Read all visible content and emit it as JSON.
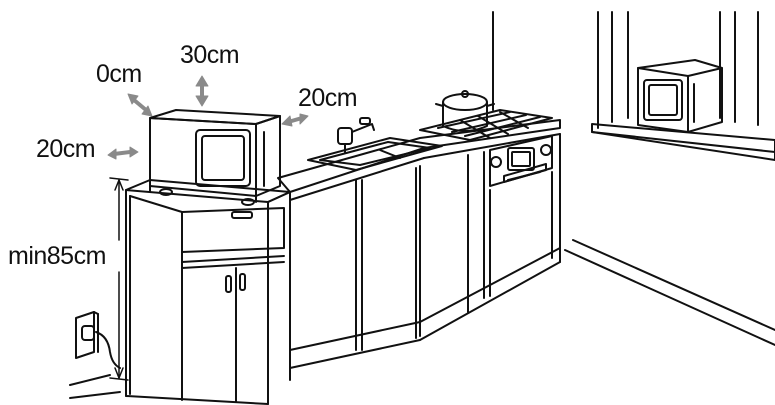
{
  "labels": {
    "clearance_top": "30cm",
    "clearance_back": "0cm",
    "clearance_right": "20cm",
    "clearance_left": "20cm",
    "min_height": "min85cm"
  },
  "colors": {
    "line": "#111111",
    "arrow": "#8a8a8a",
    "background": "#ffffff"
  },
  "icons": {
    "appliance": "microwave-oven",
    "outlet": "wall-socket-icon",
    "pot": "cooking-pot-icon",
    "faucet": "faucet-icon"
  }
}
